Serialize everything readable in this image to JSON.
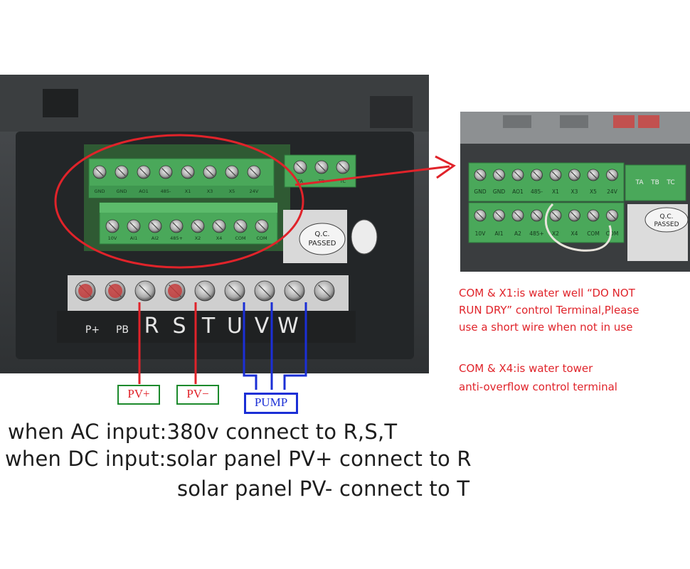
{
  "main_photo": {
    "upper_terminals": [
      "GND",
      "GND",
      "AO1",
      "485-",
      "X1",
      "X3",
      "X5",
      "24V"
    ],
    "lower_terminals": [
      "10V",
      "AI1",
      "AI2",
      "485+",
      "X2",
      "X4",
      "COM",
      "COM"
    ],
    "relay_terminals": [
      "TA",
      "TB",
      "TC"
    ],
    "qc_label": [
      "Q.C.",
      "PASSED"
    ],
    "power_terminals": [
      "P+",
      "PB",
      "R",
      "S",
      "T",
      "U",
      "V",
      "W"
    ]
  },
  "inset_photo": {
    "upper_terminals": [
      "GND",
      "GND",
      "AO1",
      "485-",
      "X1",
      "X3",
      "X5",
      "24V"
    ],
    "lower_terminals": [
      "10V",
      "AI1",
      "A2",
      "485+",
      "X2",
      "X4",
      "COM",
      "COM"
    ],
    "relay_terminals": [
      "TA",
      "TB",
      "TC"
    ],
    "qc_label": [
      "Q.C.",
      "PASSED"
    ]
  },
  "tags": {
    "pv_plus": "PV+",
    "pv_minus": "PV−",
    "pump": "PUMP"
  },
  "notes": {
    "x1_line1": "COM & X1:is water well “DO NOT",
    "x1_line2": "RUN DRY” control Terminal,Please",
    "x1_line3": "use a short wire when not in use",
    "x4_line1": "COM & X4:is water tower",
    "x4_line2": "anti-overflow control terminal"
  },
  "captions": {
    "line1": "when AC input:380v connect to R,S,T",
    "line2": "when DC input:solar panel PV+ connect to R",
    "line3": "solar panel PV-  connect to T"
  },
  "colors": {
    "housing": "#3e4244",
    "terminal_green": "#4aa85a",
    "pcb_green": "#2f5a33",
    "annotation_red": "#e0232a",
    "tag_green": "#1c8a2c",
    "pump_blue": "#1b2fd6"
  }
}
